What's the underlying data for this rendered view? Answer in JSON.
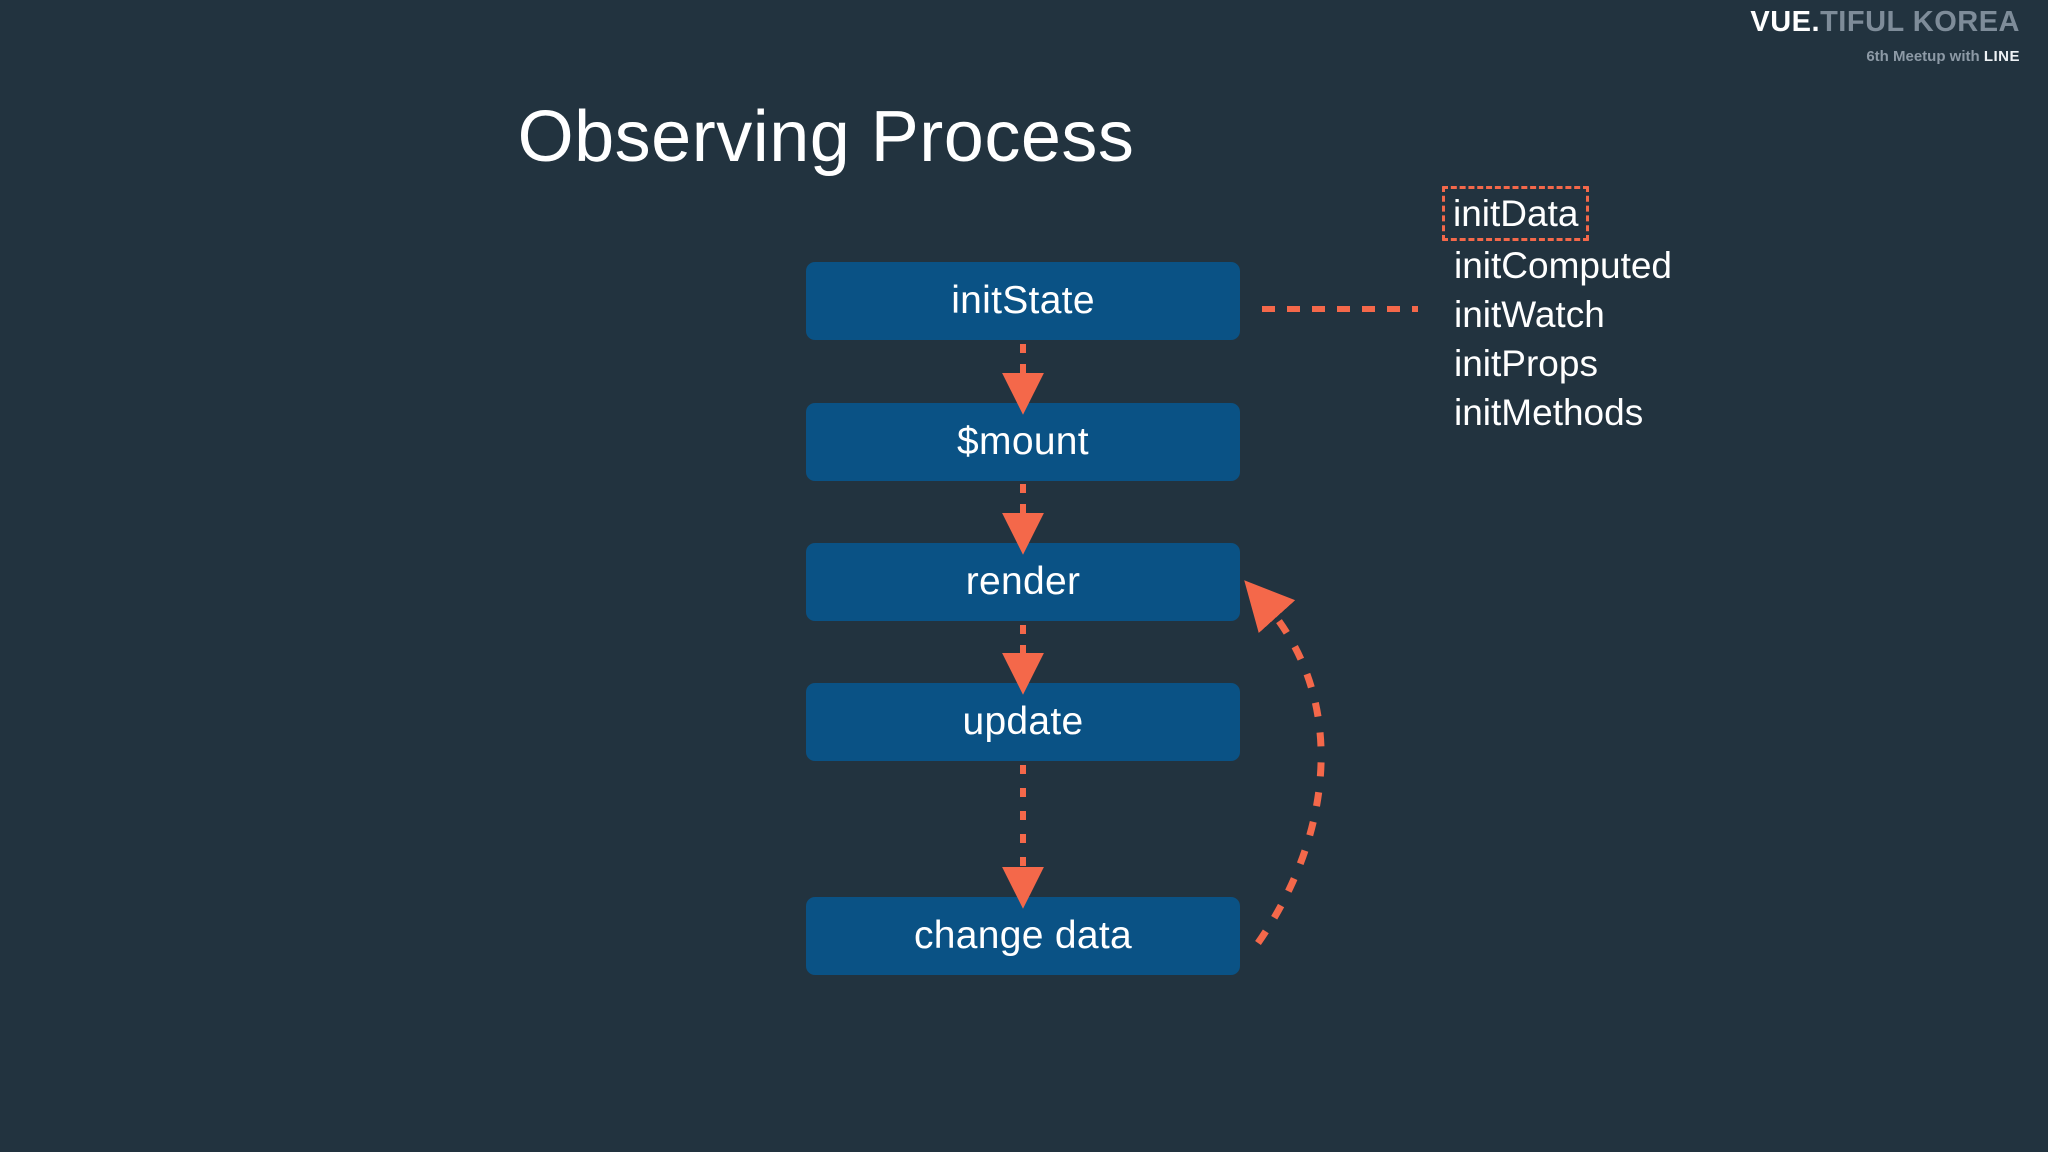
{
  "slide": {
    "background_color": "#22333f",
    "title": "Observing Process"
  },
  "brand": {
    "logo_prefix": "VUE",
    "logo_dot": ".",
    "logo_suffix": "TIFUL KOREA",
    "subtitle_prefix": "6th Meetup with ",
    "subtitle_emphasis": "LINE",
    "accent_color": "#ffffff",
    "muted_color": "#7e8c99"
  },
  "flow": {
    "box_color": "#0a5285",
    "box_text_color": "#ffffff",
    "arrow_color": "#f4684a",
    "steps": [
      {
        "label": "initState"
      },
      {
        "label": "$mount"
      },
      {
        "label": "render"
      },
      {
        "label": "update"
      },
      {
        "label": "change data"
      }
    ]
  },
  "init_list": {
    "items": [
      {
        "label": "initData",
        "highlighted": true
      },
      {
        "label": "initComputed",
        "highlighted": false
      },
      {
        "label": "initWatch",
        "highlighted": false
      },
      {
        "label": "initProps",
        "highlighted": false
      },
      {
        "label": "initMethods",
        "highlighted": false
      }
    ]
  },
  "connectors": {
    "initstate_to_list_label": "dashed-horizontal-connector",
    "feedback_label": "change-data-to-render-feedback-arrow"
  }
}
